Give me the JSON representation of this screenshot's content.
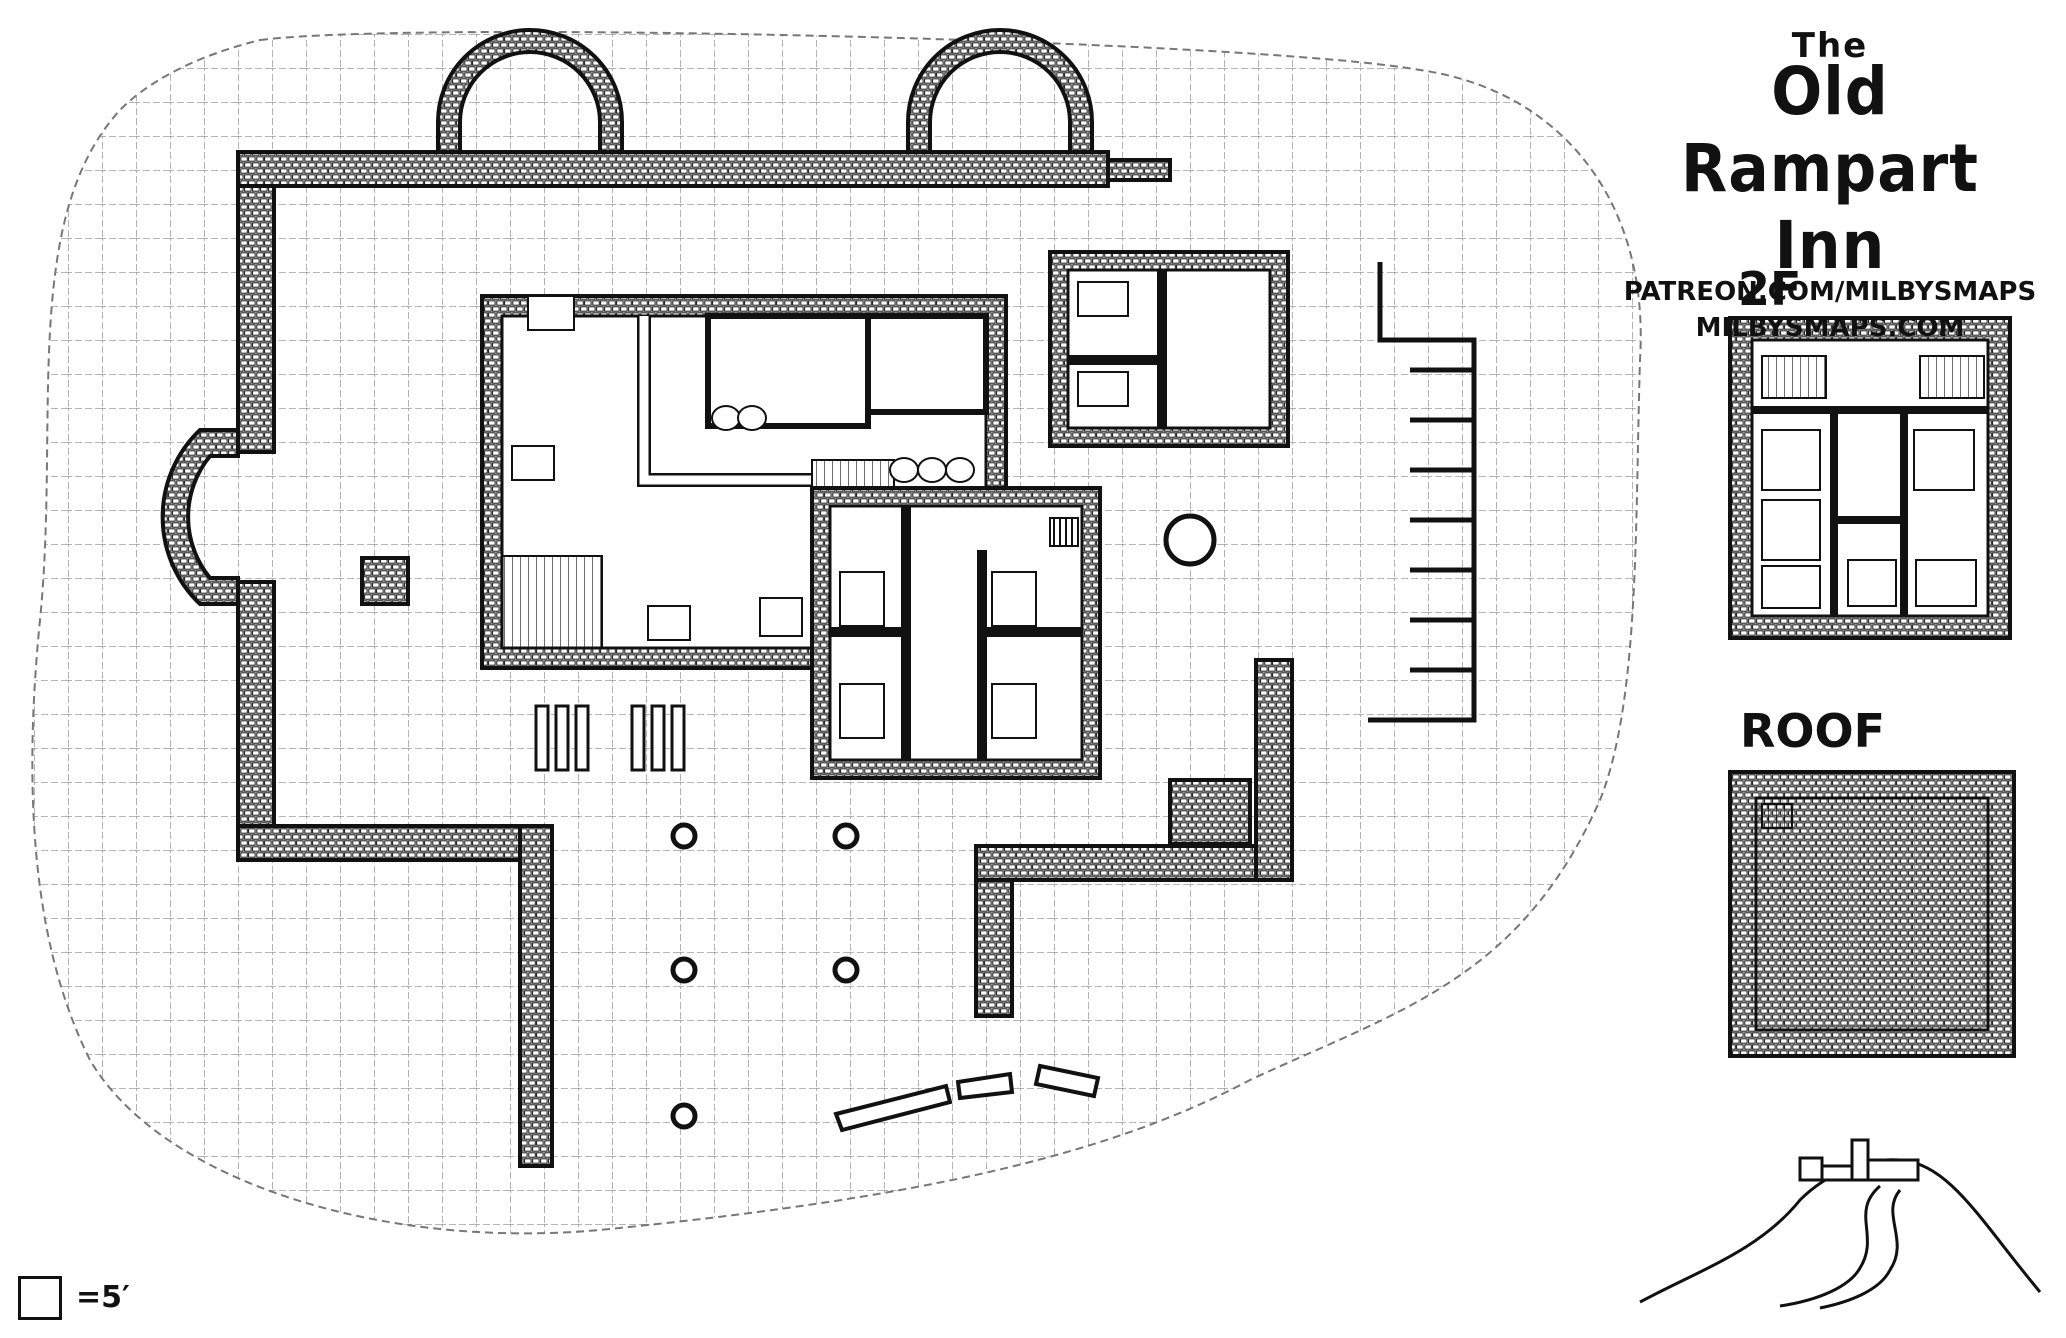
{
  "title": {
    "prefix": "The",
    "name": "Old Rampart Inn",
    "links": [
      "PATREON.COM/MILBYSMAPS",
      "MILBYSMAPS.COM"
    ]
  },
  "insets": [
    {
      "label": "2F"
    },
    {
      "label": "ROOF"
    }
  ],
  "scale": {
    "label": "=5′"
  },
  "colors": {
    "ink": "#111111",
    "paper": "#ffffff",
    "grid": "#8a8a8a"
  },
  "icons": [
    "bed-icon",
    "barrel-icon",
    "well-icon",
    "stairs-up-icon",
    "stairs-down-icon",
    "castle-hill-icon"
  ]
}
